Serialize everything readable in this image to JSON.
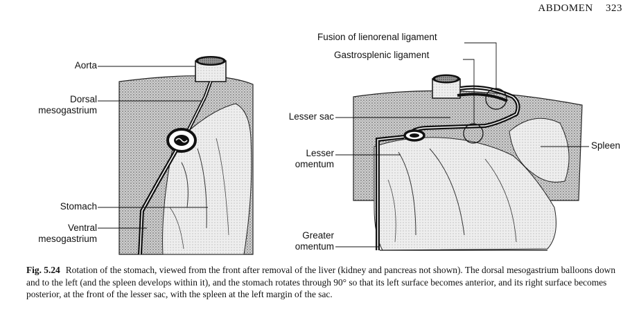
{
  "header": {
    "section": "ABDOMEN",
    "page_number": "323"
  },
  "labels": {
    "aorta": "Aorta",
    "dorsal_mesogastrium": "Dorsal\nmesogastrium",
    "stomach": "Stomach",
    "ventral_mesogastrium": "Ventral\nmesogastrium",
    "fusion_lienorenal": "Fusion of lienorenal ligament",
    "gastrosplenic": "Gastrosplenic ligament",
    "lesser_sac": "Lesser sac",
    "lesser_omentum": "Lesser\nomentum",
    "spleen": "Spleen",
    "greater_omentum": "Greater\nomentum"
  },
  "caption": {
    "number": "Fig. 5.24",
    "text": "Rotation of the stomach, viewed from the front after removal of the liver (kidney and pancreas not shown). The dorsal mesogastrium balloons down and to the left (and the spleen develops within it), and the stomach rotates through 90° so that its left surface becomes anterior, and its right surface becomes posterior, at the front of the lesser sac, with the spleen at the left margin of the sac."
  }
}
